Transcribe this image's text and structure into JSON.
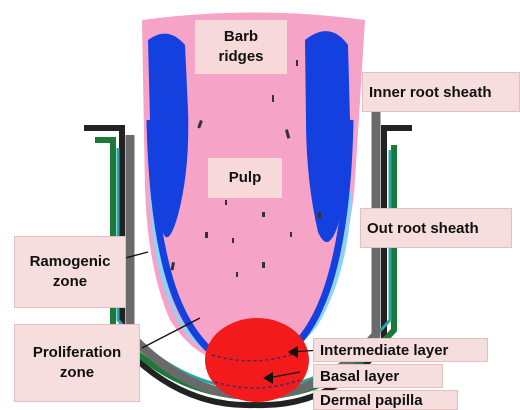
{
  "labels": {
    "barb_ridges_line1": "Barb",
    "barb_ridges_line2": "ridges",
    "pulp": "Pulp",
    "inner_root_sheath": "Inner root sheath",
    "out_root_sheath": "Out root sheath",
    "ramogenic_line1": "Ramogenic",
    "ramogenic_line2": "zone",
    "proliferation_line1": "Proliferation",
    "proliferation_line2": "zone",
    "intermediate_layer": "Intermediate layer",
    "basal_layer": "Basal layer",
    "dermal_papilla": "Dermal papilla"
  },
  "colors": {
    "pulp": "#f5a3c7",
    "barb_ridges": "#1440e0",
    "ramogenic": "#8fd3f4",
    "dermal_papilla": "#f21a1a",
    "sheath_dark": "#222222",
    "sheath_green": "#1b7a3a",
    "sheath_teal": "#2aa6a6",
    "label_bg": "#f6dede"
  }
}
